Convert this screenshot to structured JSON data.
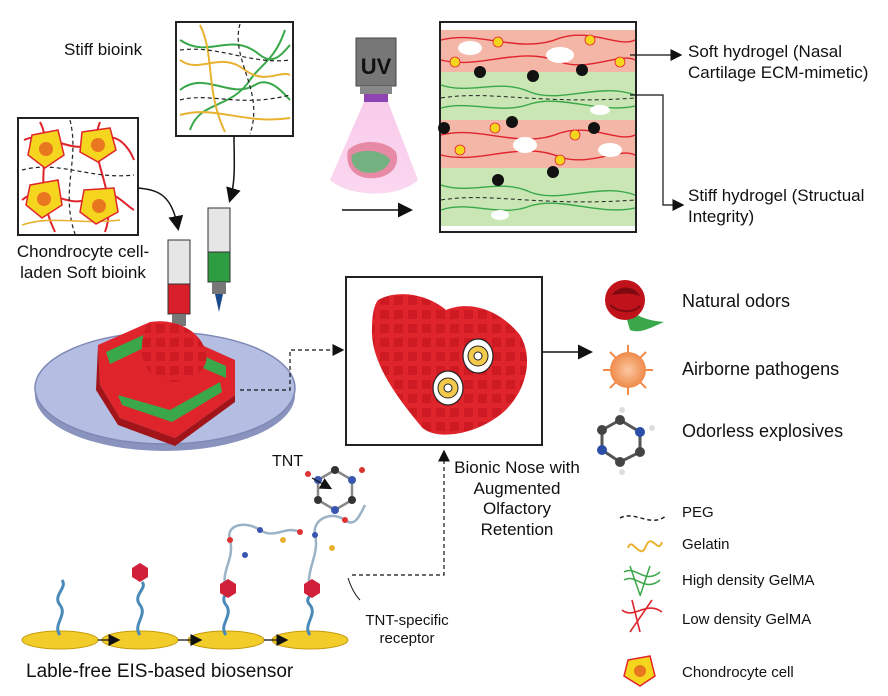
{
  "labels": {
    "stiff_bioink": "Stiff bioink",
    "chondrocyte_bioink": "Chondrocyte cell-laden Soft bioink",
    "uv": "UV",
    "soft_hydrogel": "Soft hydrogel (Nasal Cartilage ECM-mimetic)",
    "stiff_hydrogel": "Stiff hydrogel (Structual Integrity)",
    "bionic_nose": "Bionic Nose with Augmented Olfactory Retention",
    "tnt": "TNT",
    "tnt_receptor": "TNT-specific receptor",
    "biosensor": "Lable-free EIS-based biosensor"
  },
  "detections": [
    {
      "label": "Natural odors",
      "icon": "rose-icon"
    },
    {
      "label": "Airborne pathogens",
      "icon": "pathogen-icon"
    },
    {
      "label": "Odorless explosives",
      "icon": "explosive-molecule-icon"
    }
  ],
  "legend": [
    {
      "label": "PEG",
      "icon": "peg-dashed-line-icon"
    },
    {
      "label": "Gelatin",
      "icon": "gelatin-wave-icon"
    },
    {
      "label": "High density GelMA",
      "icon": "high-density-gelma-icon"
    },
    {
      "label": "Low density GelMA",
      "icon": "low-density-gelma-icon"
    },
    {
      "label": "Chondrocyte cell",
      "icon": "chondrocyte-cell-icon"
    }
  ],
  "colors": {
    "soft_layer": "#f4b6a6",
    "stiff_layer": "#c9e6b4",
    "scaffold_red": "#e0242c",
    "scaffold_green": "#3aa84a",
    "cell_yellow": "#f5d51e",
    "cell_nucleus": "#e8771f",
    "platform": "#aeb7dd",
    "uv_purple": "#7a3fa0"
  }
}
